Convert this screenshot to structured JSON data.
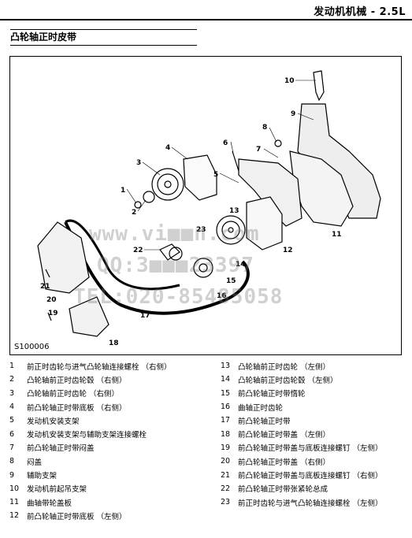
{
  "header": {
    "title": "发动机机械 - 2.5L"
  },
  "section": {
    "title": "凸轮轴正时皮带"
  },
  "figure": {
    "code": "S100006",
    "callouts": [
      "1",
      "2",
      "3",
      "4",
      "5",
      "6",
      "7",
      "8",
      "9",
      "10",
      "11",
      "12",
      "13",
      "14",
      "15",
      "16",
      "17",
      "18",
      "19",
      "20",
      "21",
      "22",
      "23"
    ],
    "watermarks": [
      "www.vi■■n.com",
      "QQ:3■■■23397",
      "TEL:020-85485058"
    ]
  },
  "legend": {
    "left": [
      {
        "num": "1",
        "text": "前正时齿轮与进气凸轮轴连接螺栓 （右侧）"
      },
      {
        "num": "2",
        "text": "凸轮轴前正时齿轮毂 （右侧）"
      },
      {
        "num": "3",
        "text": "凸轮轴前正时齿轮 （右侧）"
      },
      {
        "num": "4",
        "text": "前凸轮轴正时带底板 （右侧）"
      },
      {
        "num": "5",
        "text": "发动机安装支架"
      },
      {
        "num": "6",
        "text": "发动机安装支架与辅助支架连接螺栓"
      },
      {
        "num": "7",
        "text": "前凸轮轴正时带闷盖"
      },
      {
        "num": "8",
        "text": "闷盖"
      },
      {
        "num": "9",
        "text": "辅助支架"
      },
      {
        "num": "10",
        "text": "发动机前起吊支架"
      },
      {
        "num": "11",
        "text": "曲轴带轮盖板"
      },
      {
        "num": "12",
        "text": "前凸轮轴正时带底板 （左侧）"
      }
    ],
    "right": [
      {
        "num": "13",
        "text": "凸轮轴前正时齿轮 （左侧）"
      },
      {
        "num": "14",
        "text": "凸轮轴前正时齿轮毂 （左侧）"
      },
      {
        "num": "15",
        "text": "前凸轮轴正时带惰轮"
      },
      {
        "num": "16",
        "text": "曲轴正时齿轮"
      },
      {
        "num": "17",
        "text": "前凸轮轴正时带"
      },
      {
        "num": "18",
        "text": "前凸轮轴正时带盖 （左侧）"
      },
      {
        "num": "19",
        "text": "前凸轮轴正时带盖与底板连接螺钉 （左侧）"
      },
      {
        "num": "20",
        "text": "前凸轮轴正时带盖 （右侧）"
      },
      {
        "num": "21",
        "text": "前凸轮轴正时带盖与底板连接螺钉 （右侧）"
      },
      {
        "num": "22",
        "text": "前凸轮轴正时带张紧轮总成"
      },
      {
        "num": "23",
        "text": "前正时齿轮与进气凸轮轴连接螺栓 （左侧）"
      }
    ]
  }
}
